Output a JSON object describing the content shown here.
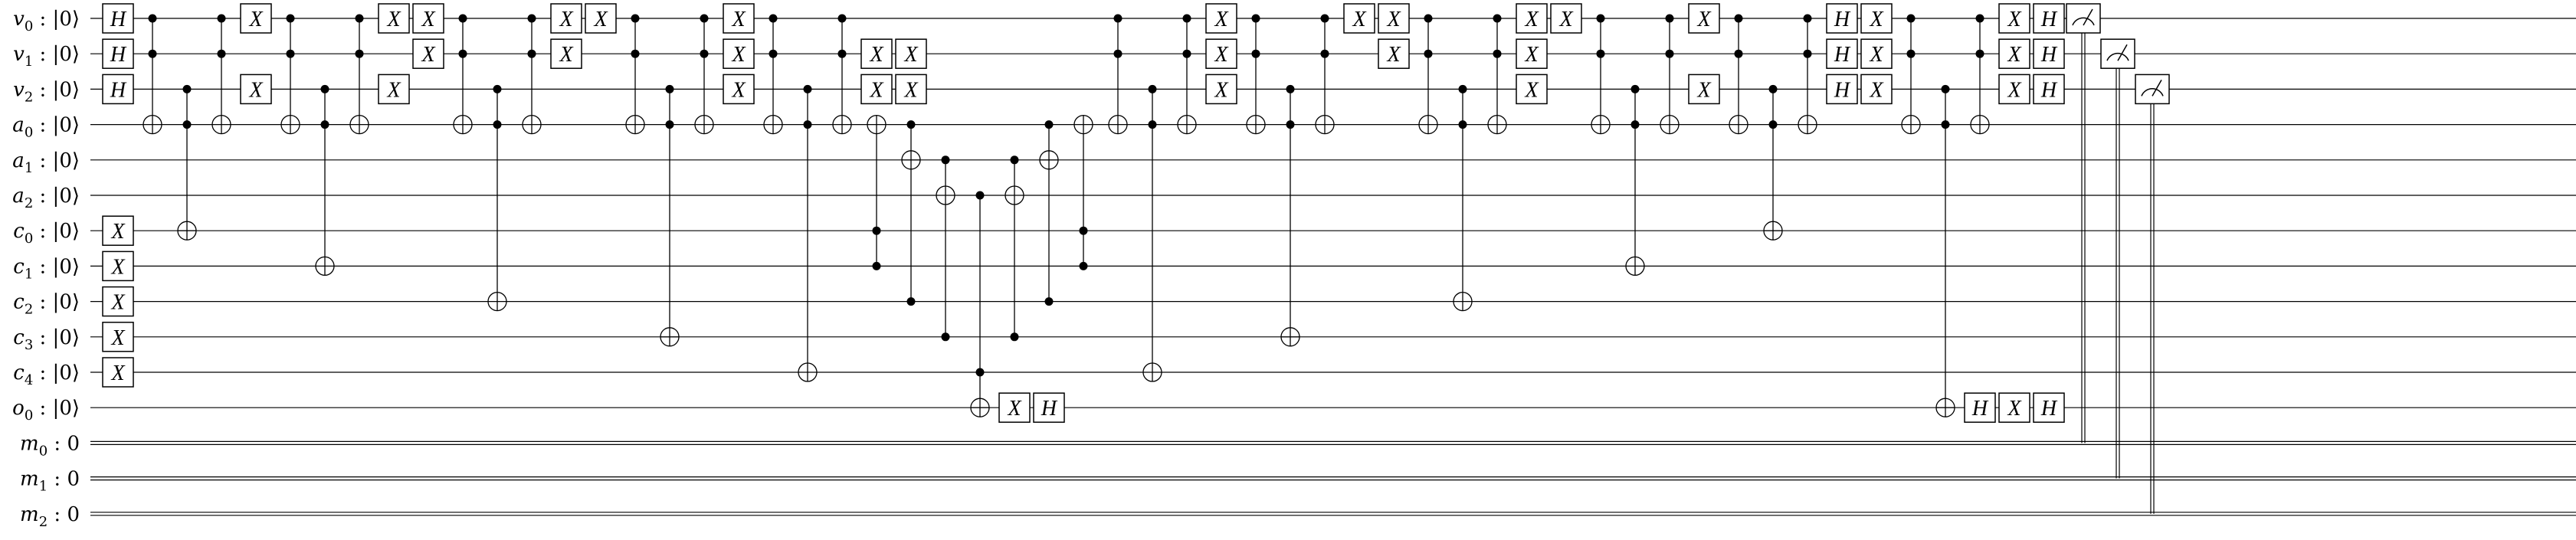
{
  "qubits": [
    "v0",
    "v1",
    "v2",
    "a0",
    "a1",
    "a2",
    "c0",
    "c1",
    "c2",
    "c3",
    "c4",
    "o0"
  ],
  "qubit_init": "|0⟩",
  "classical_bits": [
    "m0",
    "m1",
    "m2"
  ],
  "classical_init": "0",
  "colors": {
    "line": "#000000",
    "background": "#ffffff"
  },
  "operations": [
    {
      "type": "gate",
      "label": "H",
      "qubits": [
        "v0",
        "v1",
        "v2"
      ]
    },
    {
      "type": "gate",
      "label": "X",
      "qubits": [
        "c0",
        "c1",
        "c2",
        "c3",
        "c4"
      ]
    },
    {
      "type": "ccx",
      "controls": [
        "v0",
        "v1"
      ],
      "target": "a0"
    },
    {
      "type": "ccx",
      "controls": [
        "v2",
        "a0"
      ],
      "target": "c0"
    },
    {
      "type": "ccx",
      "controls": [
        "v0",
        "v1"
      ],
      "target": "a0"
    },
    {
      "type": "gate",
      "label": "X",
      "qubits": [
        "v0"
      ]
    },
    {
      "type": "gate",
      "label": "X",
      "qubits": [
        "v2"
      ]
    },
    {
      "type": "ccx",
      "controls": [
        "v0",
        "v1"
      ],
      "target": "a0"
    },
    {
      "type": "ccx",
      "controls": [
        "v2",
        "a0"
      ],
      "target": "c1"
    },
    {
      "type": "ccx",
      "controls": [
        "v0",
        "v1"
      ],
      "target": "a0"
    },
    {
      "type": "gate",
      "label": "X",
      "qubits": [
        "v0"
      ]
    },
    {
      "type": "gate",
      "label": "X",
      "qubits": [
        "v2"
      ]
    },
    {
      "type": "gate",
      "label": "X",
      "qubits": [
        "v0",
        "v1"
      ]
    },
    {
      "type": "ccx",
      "controls": [
        "v0",
        "v1"
      ],
      "target": "a0"
    },
    {
      "type": "ccx",
      "controls": [
        "v2",
        "a0"
      ],
      "target": "c2"
    },
    {
      "type": "ccx",
      "controls": [
        "v0",
        "v1"
      ],
      "target": "a0"
    },
    {
      "type": "gate",
      "label": "X",
      "qubits": [
        "v0",
        "v1"
      ]
    },
    {
      "type": "gate",
      "label": "X",
      "qubits": [
        "v0"
      ]
    },
    {
      "type": "ccx",
      "controls": [
        "v0",
        "v1"
      ],
      "target": "a0"
    },
    {
      "type": "ccx",
      "controls": [
        "v2",
        "a0"
      ],
      "target": "c3"
    },
    {
      "type": "ccx",
      "controls": [
        "v0",
        "v1"
      ],
      "target": "a0"
    },
    {
      "type": "gate",
      "label": "X",
      "qubits": [
        "v0",
        "v1",
        "v2"
      ]
    },
    {
      "type": "ccx",
      "controls": [
        "v0",
        "v1"
      ],
      "target": "a0"
    },
    {
      "type": "ccx",
      "controls": [
        "v2",
        "a0"
      ],
      "target": "c4"
    },
    {
      "type": "ccx",
      "controls": [
        "v0",
        "v1"
      ],
      "target": "a0"
    },
    {
      "type": "gate",
      "label": "X",
      "qubits": [
        "v1",
        "v2"
      ]
    },
    {
      "type": "ccx",
      "controls": [
        "c0",
        "c1"
      ],
      "target": "a0"
    },
    {
      "type": "ccx",
      "controls": [
        "c2",
        "a0"
      ],
      "target": "a1"
    },
    {
      "type": "ccx",
      "controls": [
        "c3",
        "a1"
      ],
      "target": "a2"
    },
    {
      "type": "ccx",
      "controls": [
        "c4",
        "a2"
      ],
      "target": "o0"
    },
    {
      "type": "ccx",
      "controls": [
        "c3",
        "a1"
      ],
      "target": "a2"
    },
    {
      "type": "ccx",
      "controls": [
        "c2",
        "a0"
      ],
      "target": "a1"
    },
    {
      "type": "ccx",
      "controls": [
        "c0",
        "c1"
      ],
      "target": "a0"
    },
    {
      "type": "gate",
      "label": "X",
      "qubits": [
        "v1",
        "v2"
      ]
    },
    {
      "type": "ccx",
      "controls": [
        "v0",
        "v1"
      ],
      "target": "a0"
    },
    {
      "type": "ccx",
      "controls": [
        "v2",
        "a0"
      ],
      "target": "c4"
    },
    {
      "type": "ccx",
      "controls": [
        "v0",
        "v1"
      ],
      "target": "a0"
    },
    {
      "type": "gate",
      "label": "X",
      "qubits": [
        "v0",
        "v1",
        "v2"
      ]
    },
    {
      "type": "ccx",
      "controls": [
        "v0",
        "v1"
      ],
      "target": "a0"
    },
    {
      "type": "ccx",
      "controls": [
        "v2",
        "a0"
      ],
      "target": "c3"
    },
    {
      "type": "ccx",
      "controls": [
        "v0",
        "v1"
      ],
      "target": "a0"
    },
    {
      "type": "gate",
      "label": "X",
      "qubits": [
        "v0"
      ]
    },
    {
      "type": "gate",
      "label": "X",
      "qubits": [
        "v0",
        "v1"
      ]
    },
    {
      "type": "ccx",
      "controls": [
        "v0",
        "v1"
      ],
      "target": "a0"
    },
    {
      "type": "ccx",
      "controls": [
        "v2",
        "a0"
      ],
      "target": "c2"
    },
    {
      "type": "ccx",
      "controls": [
        "v0",
        "v1"
      ],
      "target": "a0"
    },
    {
      "type": "gate",
      "label": "X",
      "qubits": [
        "v0",
        "v1"
      ]
    },
    {
      "type": "gate",
      "label": "X",
      "qubits": [
        "v0"
      ]
    },
    {
      "type": "gate",
      "label": "X",
      "qubits": [
        "v2"
      ]
    },
    {
      "type": "ccx",
      "controls": [
        "v0",
        "v1"
      ],
      "target": "a0"
    },
    {
      "type": "ccx",
      "controls": [
        "v2",
        "a0"
      ],
      "target": "c1"
    },
    {
      "type": "ccx",
      "controls": [
        "v0",
        "v1"
      ],
      "target": "a0"
    },
    {
      "type": "gate",
      "label": "X",
      "qubits": [
        "v0"
      ]
    },
    {
      "type": "gate",
      "label": "X",
      "qubits": [
        "v2"
      ]
    },
    {
      "type": "ccx",
      "controls": [
        "v0",
        "v1"
      ],
      "target": "a0"
    },
    {
      "type": "ccx",
      "controls": [
        "v2",
        "a0"
      ],
      "target": "c0"
    },
    {
      "type": "ccx",
      "controls": [
        "v0",
        "v1"
      ],
      "target": "a0"
    },
    {
      "type": "gate",
      "label": "H",
      "qubits": [
        "v0",
        "v1",
        "v2"
      ]
    },
    {
      "type": "gate",
      "label": "X",
      "qubits": [
        "v0",
        "v1",
        "v2"
      ]
    },
    {
      "type": "gate",
      "label": "X",
      "qubits": [
        "o0"
      ]
    },
    {
      "type": "gate",
      "label": "H",
      "qubits": [
        "o0"
      ]
    },
    {
      "type": "ccx",
      "controls": [
        "v0",
        "v1"
      ],
      "target": "a0"
    },
    {
      "type": "ccx",
      "controls": [
        "v2",
        "a0"
      ],
      "target": "o0"
    },
    {
      "type": "ccx",
      "controls": [
        "v0",
        "v1"
      ],
      "target": "a0"
    },
    {
      "type": "gate",
      "label": "H",
      "qubits": [
        "o0"
      ]
    },
    {
      "type": "gate",
      "label": "X",
      "qubits": [
        "o0"
      ]
    },
    {
      "type": "gate",
      "label": "H",
      "qubits": [
        "o0"
      ]
    },
    {
      "type": "gate",
      "label": "X",
      "qubits": [
        "v0",
        "v1",
        "v2"
      ]
    },
    {
      "type": "gate",
      "label": "H",
      "qubits": [
        "v0",
        "v1",
        "v2"
      ]
    },
    {
      "type": "measure",
      "qubit": "v0",
      "cbit": "m0"
    },
    {
      "type": "measure",
      "qubit": "v1",
      "cbit": "m1"
    },
    {
      "type": "measure",
      "qubit": "v2",
      "cbit": "m2"
    }
  ]
}
